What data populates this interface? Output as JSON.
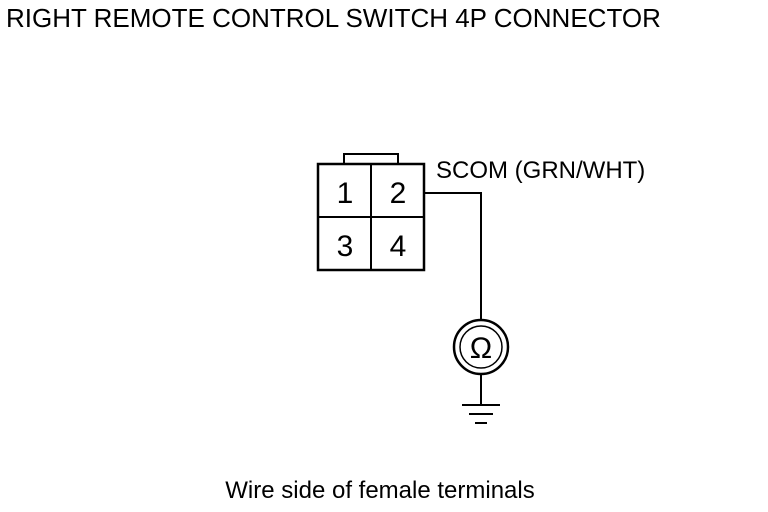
{
  "title": "RIGHT REMOTE CONTROL SWITCH 4P CONNECTOR",
  "connector": {
    "terminals": [
      "1",
      "2",
      "3",
      "4"
    ],
    "wire_label": "SCOM (GRN/WHT)"
  },
  "meter_symbol": "Ω",
  "caption": "Wire side of female terminals",
  "icons": {
    "meter": "ohmmeter-icon",
    "ground": "ground-icon"
  }
}
